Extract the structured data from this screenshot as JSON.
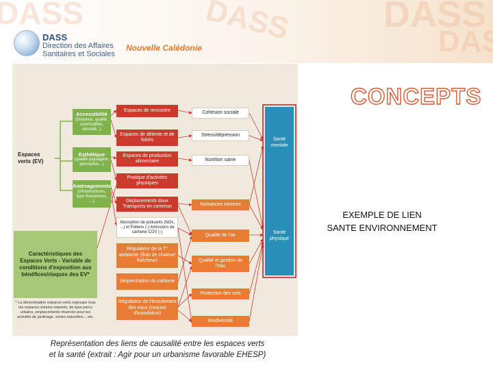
{
  "header": {
    "logo_title": "DASS",
    "logo_line1": "Direction des Affaires",
    "logo_line2": "Sanitaires et Sociales",
    "region": "Nouvelle Calédonie",
    "watermark": "DASS"
  },
  "title": "CONCEPTS",
  "example_line1": "EXEMPLE DE LIEN",
  "example_line2": "SANTE ENVIRONNEMENT",
  "caption_line1": "Représentation des liens de causalité entre les espaces verts",
  "caption_line2": "et la santé (extrait : Agir pour un urbanisme favorable EHESP)",
  "diagram": {
    "ev": {
      "title": "Espaces",
      "title2": "verts (EV)"
    },
    "left_boxes": [
      {
        "title": "Accessibilité",
        "detail": "(Distance, qualité, commodités, sécurité...)"
      },
      {
        "title": "Esthétique",
        "detail": "(qualité paysagère, perception...)"
      },
      {
        "title": "Aménagements",
        "detail": "(infrastructures, type d'essences, ...)"
      }
    ],
    "mid_boxes": [
      "Espaces de rencontre",
      "Espaces de détente et de loisirs",
      "Espaces de production alimentaire",
      "Pratique d'activités physiques",
      "Déplacements doux Transports en commun",
      "Absorption de polluants (NOx, ...) et Pollens (-) émissions de carbone COV (-)",
      "Régulateur de la T° ambiante (îlots de chaleur/ fraîcheur)",
      "Séquestration du carbone",
      "Régulateur de l'écoulement des eaux (risques d'inondation)"
    ],
    "right_boxes": [
      "Cohésion sociale",
      "Stress/dépression",
      "Nutrition saine",
      "Nuisances sonores",
      "Qualité de l'air",
      "Qualité et gestion de l'eau",
      "Protection des sols",
      "Biodiversité"
    ],
    "health": {
      "mental_line1": "Santé",
      "mental_line2": "mentale",
      "physical_line1": "Santé",
      "physical_line2": "physique"
    },
    "characteristics": "Caractéristiques des Espaces Verts - Variable de conditions d'exposition aux bénéfices/risques des EV*",
    "note": "* La dénomination espaces verts regroupe tous les espaces urbains naturels, de type parcs urbains, emplacements réservés pour les activités de jardinage, zones naturelles... etc."
  },
  "colors": {
    "green": "#7fb24a",
    "red": "#cc3a2c",
    "orange": "#e87c35",
    "blue": "#2a8fb7",
    "title_stroke": "#d8572a"
  }
}
